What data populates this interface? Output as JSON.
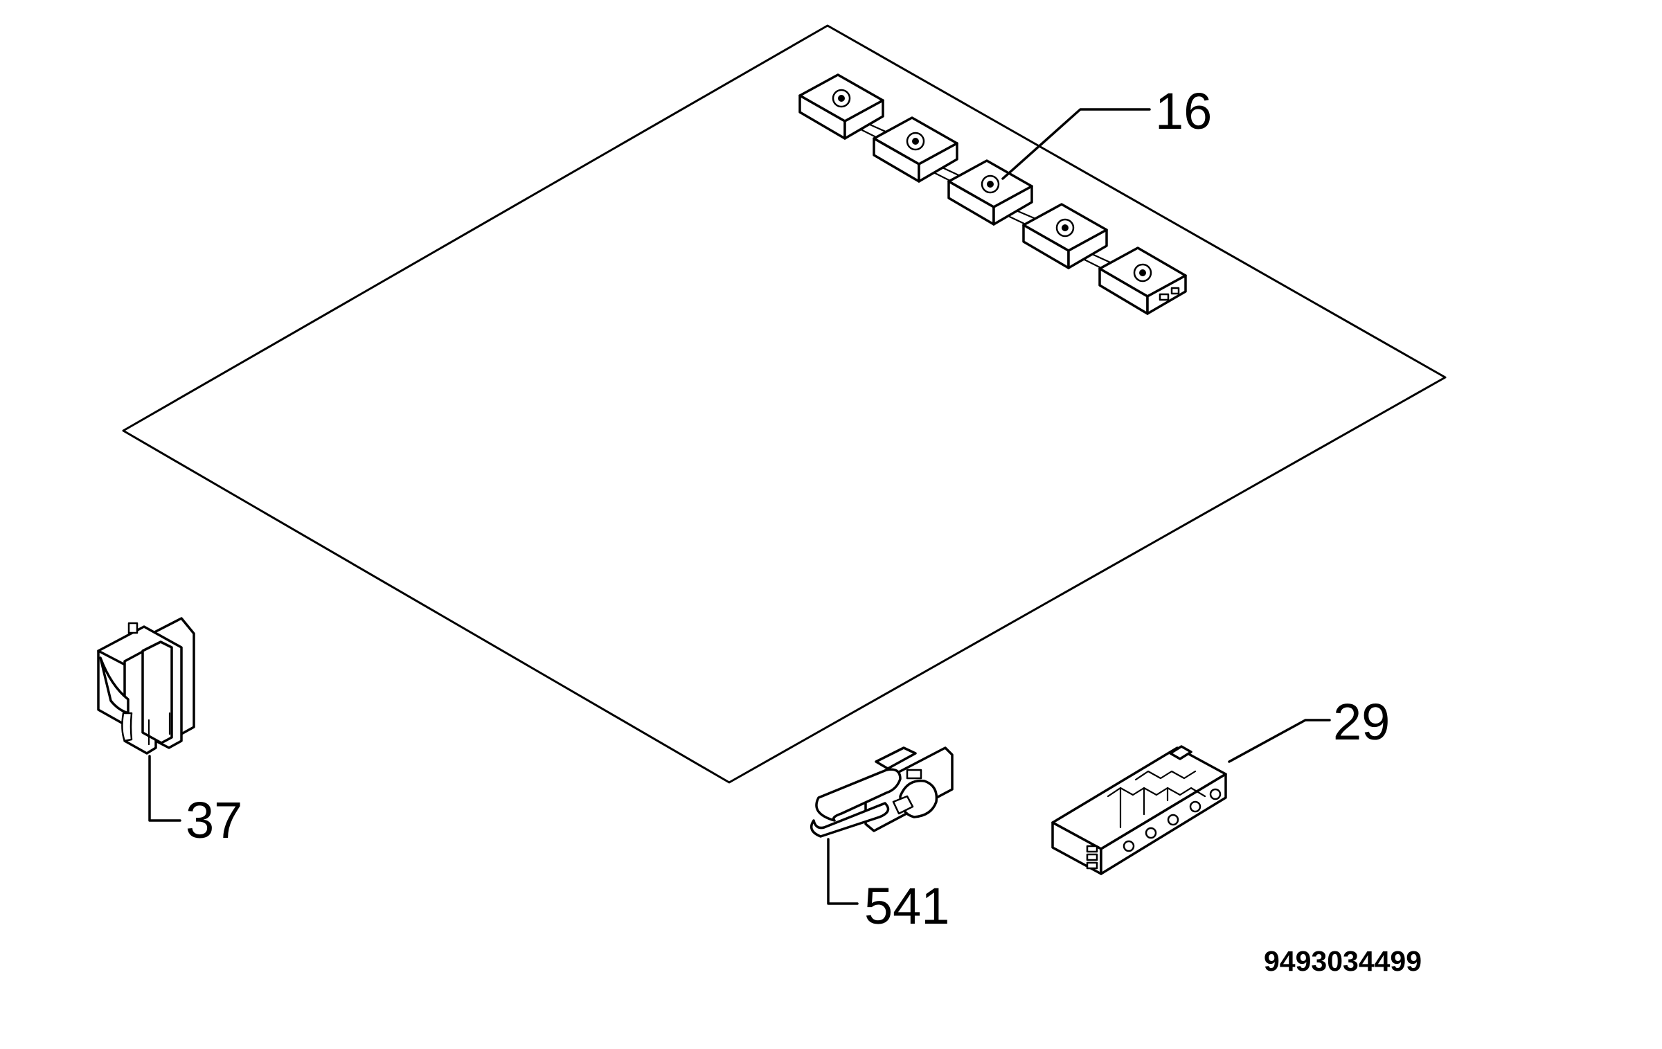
{
  "parts": [
    {
      "id": "wiring-harness",
      "callout": "16"
    },
    {
      "id": "terminal-block",
      "callout": "29"
    },
    {
      "id": "clip",
      "callout": "37"
    },
    {
      "id": "cable-clamp",
      "callout": "541"
    }
  ],
  "drawing_number": "9493034499"
}
